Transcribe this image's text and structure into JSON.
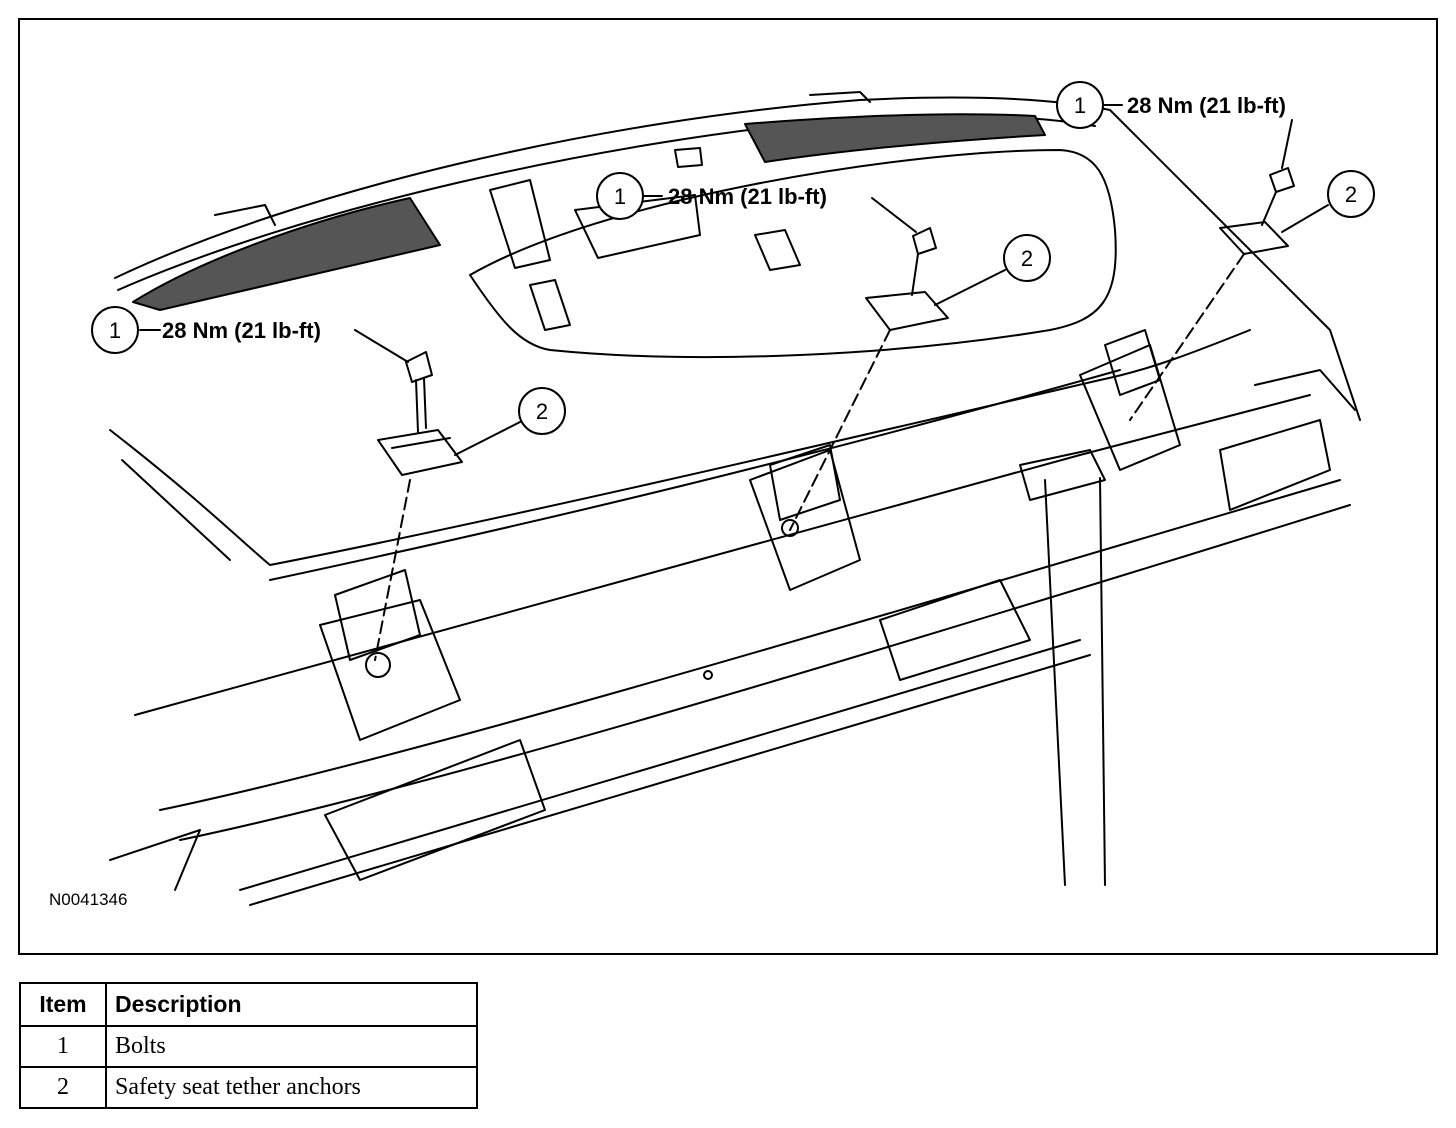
{
  "figure": {
    "figure_id": "N0041346",
    "callouts": [
      {
        "number": "1",
        "torque": "28 Nm (21 lb-ft)"
      },
      {
        "number": "1",
        "torque": "28 Nm (21 lb-ft)"
      },
      {
        "number": "1",
        "torque": "28 Nm (21 lb-ft)"
      },
      {
        "number": "2"
      },
      {
        "number": "2"
      },
      {
        "number": "2"
      }
    ]
  },
  "legend": {
    "header_item": "Item",
    "header_description": "Description",
    "rows": [
      {
        "item": "1",
        "description": "Bolts"
      },
      {
        "item": "2",
        "description": "Safety seat tether anchors"
      }
    ]
  }
}
